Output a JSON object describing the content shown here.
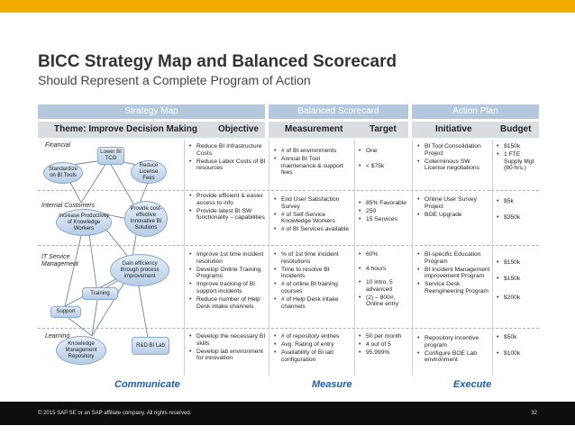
{
  "slide": {
    "title": "BICC Strategy Map and Balanced Scorecard",
    "subtitle": "Should Represent a Complete Program of Action"
  },
  "bands": {
    "strategy_map": "Strategy Map",
    "balanced_scorecard": "Balanced Scorecard",
    "action_plan": "Action Plan"
  },
  "headers": {
    "theme": "Theme:  Improve Decision Making",
    "objective": "Objective",
    "measurement": "Measurement",
    "target": "Target",
    "initiative": "Initiative",
    "budget": "Budget"
  },
  "rows": [
    {
      "label": "Financial",
      "objective": [
        "Reduce BI Infrastructure Costs",
        "Reduce Labor Costs of BI resources"
      ],
      "measurement": [
        "# of BI environments",
        "Annual BI Tool maintenance & support fees"
      ],
      "target": [
        "One",
        "< $75k"
      ],
      "initiative": [
        "BI Tool Consolidation Project",
        "Coterminous SW License negotiations"
      ],
      "budget": [
        "$150k",
        "1 FTE Supply Mgt (80 hrs.)"
      ]
    },
    {
      "label": "Internal Customers",
      "objective": [
        "Provide efficient & easier access to info",
        "Provide latest BI SW functionality – capabilities"
      ],
      "measurement": [
        "End User Satisfaction Survey",
        "# of Self-Service Knowledge Workers",
        "# of BI Services available"
      ],
      "target": [
        "85% Favorable",
        "250",
        "15 Services"
      ],
      "initiative": [
        "Online User Survey Project",
        "BOE Upgrade"
      ],
      "budget": [
        "$5k",
        "$350k"
      ]
    },
    {
      "label": "IT Service Management",
      "objective": [
        "Improve 1st time incident resolution",
        "Develop Online Training Programs",
        "Improve tracking of BI support incidents",
        "Reduce number of Help Desk intake channels"
      ],
      "measurement": [
        "% of 1st time incident resolutions",
        "Time to resolve BI incidents",
        "# of online BI training courses",
        "# of Help Desk intake channels"
      ],
      "target": [
        "60%",
        "4 hours",
        "10 intro, 5 advanced",
        "(2) – 800#, Online entry"
      ],
      "initiative": [
        "BI-specific Education Program",
        "BI Incident Management improvement Program",
        "Service Desk Reengineering Program"
      ],
      "budget": [
        "$150k",
        "$150k",
        "$200k"
      ]
    },
    {
      "label": "Learning",
      "objective": [
        "Develop the necessary BI skills",
        "Develop lab environment for innovation"
      ],
      "measurement": [
        "# of repository entries",
        "Avg. Rating of entry",
        "Availability of BI lab configuration"
      ],
      "target": [
        "50 per month",
        "4 out of 5",
        "95.999%"
      ],
      "initiative": [
        "Repository incentive program",
        "Configure BOE Lab environment"
      ],
      "budget": [
        "$50k",
        "$100k"
      ]
    }
  ],
  "map_nodes": {
    "lower_bi_tco": "Lower BI TCO",
    "standardize": "Standardize on BI Tools",
    "reduce_fees": "Reduce License Fees",
    "increase_productivity": "Increase Productivity of Knowledge Workers",
    "provide_solutions": "Provide cost-effective Innovative BI Solutions",
    "gain_efficiency": "Gain efficiency through process improvement",
    "training": "Training",
    "support": "Support",
    "repository": "Knowledge Management Repository",
    "rd_lab": "R&D BI Lab"
  },
  "bottom_labels": {
    "communicate": "Communicate",
    "measure": "Measure",
    "execute": "Execute"
  },
  "footer": {
    "copyright": "© 2015 SAP SE or an SAP affiliate company. All rights reserved.",
    "page": "32"
  },
  "colors": {
    "accent_bar": "#f0ab00",
    "band": "#b4c7dc",
    "subheader": "#d9dde2",
    "footer": "#0e0e0e",
    "label_blue": "#1e5ea8"
  }
}
